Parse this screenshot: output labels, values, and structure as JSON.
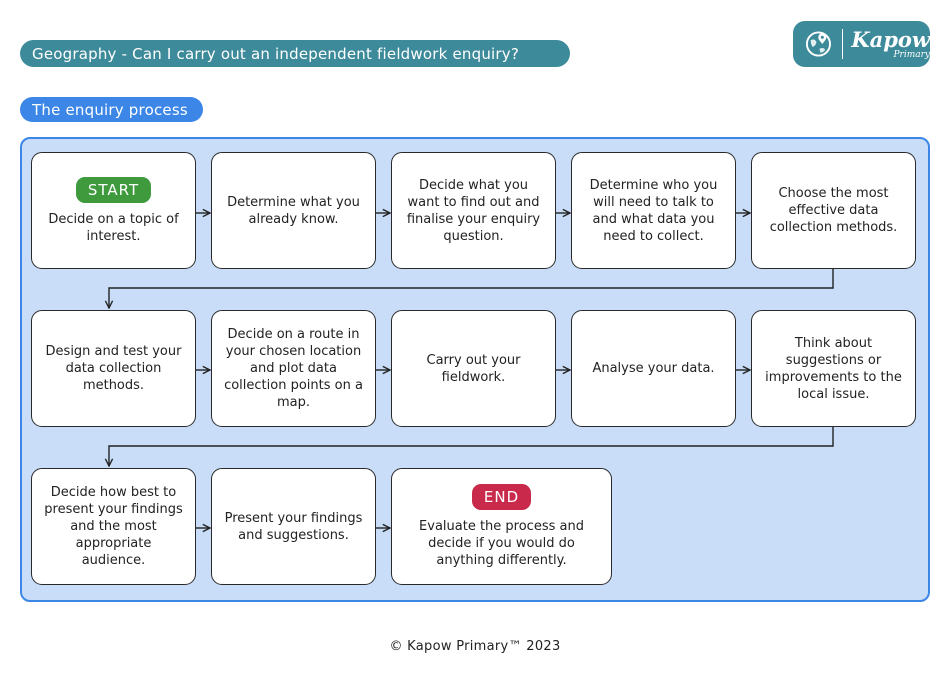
{
  "header": {
    "title": "Geography - Can I carry out an independent fieldwork enquiry?",
    "section": "The enquiry process"
  },
  "logo": {
    "name": "Kapow",
    "sub": "Primary",
    "icon": "globe-pin-icon"
  },
  "flow": {
    "start_label": "START",
    "end_label": "END",
    "steps": [
      "Decide on a topic of interest.",
      "Determine what you already know.",
      "Decide what you want to find out and finalise your enquiry question.",
      "Determine who you will need to talk to and what data you need to collect.",
      "Choose the most effective data collection methods.",
      "Design and test your data collection methods.",
      "Decide on a route in your chosen location and plot data collection points on a map.",
      "Carry out your fieldwork.",
      "Analyse your data.",
      "Think about suggestions or improvements to the local issue.",
      "Decide how best to present your findings and the most appropriate audience.",
      "Present your findings and suggestions.",
      "Evaluate the process and decide if you would do anything differently."
    ]
  },
  "footer": "© Kapow Primary™ 2023",
  "colors": {
    "teal": "#3d8a9a",
    "blue": "#3b86e6",
    "panel": "#c9ddf8",
    "start": "#3e9a3c",
    "end": "#c92a4b"
  }
}
